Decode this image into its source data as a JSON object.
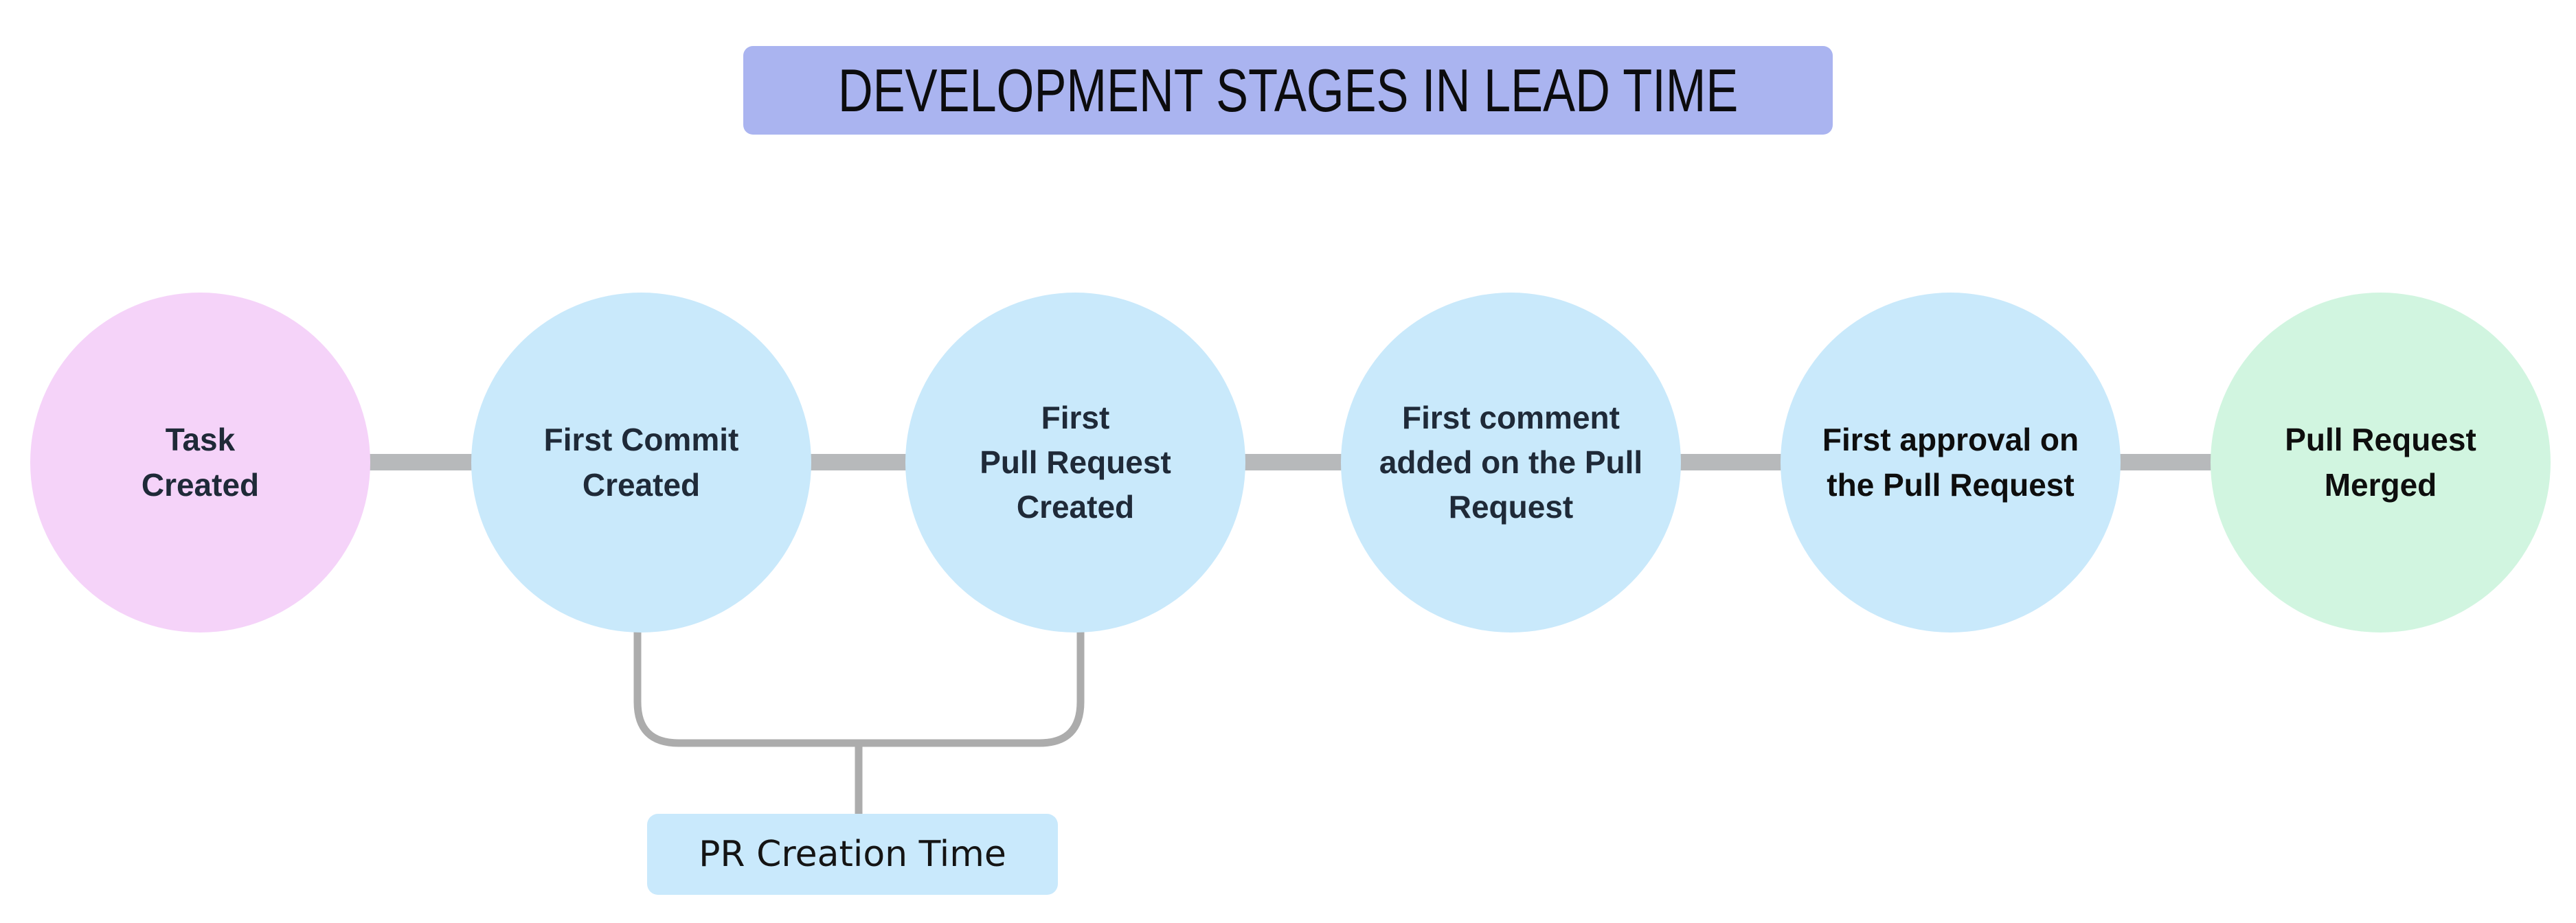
{
  "title": "DEVELOPMENT STAGES IN LEAD TIME",
  "stages": [
    {
      "label": "Task\nCreated",
      "color": "#f5d3f9",
      "text_color": "#1f2a38"
    },
    {
      "label": "First Commit\nCreated",
      "color": "#c9e9fb",
      "text_color": "#1f2a38"
    },
    {
      "label": "First\nPull Request\nCreated",
      "color": "#c9e9fb",
      "text_color": "#1f2a38"
    },
    {
      "label": "First comment\nadded on the Pull\nRequest",
      "color": "#c9e9fb",
      "text_color": "#1f2a38"
    },
    {
      "label": "First approval on\nthe Pull Request",
      "color": "#c9e9fb",
      "text_color": "#0e0e0e"
    },
    {
      "label": "Pull Request\nMerged",
      "color": "#d1f5e0",
      "text_color": "#0e0e0e"
    }
  ],
  "annotation": {
    "label": "PR Creation Time",
    "bg": "#c9e9fc"
  },
  "colors": {
    "background": "#ffffff",
    "title_bg": "#aab4f0",
    "title_text": "#0c0c0e",
    "connector": "#b7b9bb",
    "bracket": "#acacac"
  }
}
